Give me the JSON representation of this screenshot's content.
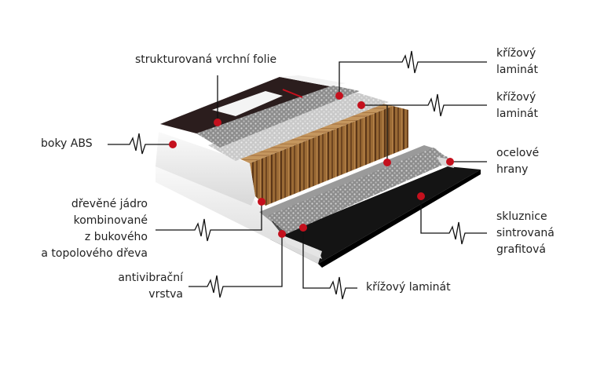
{
  "labels": {
    "top_film": "strukturovaná vrchní folie",
    "abs_sides": "boky ABS",
    "wood_core": [
      "dřevěné jádro",
      "kombinované",
      "z bukového",
      "a topolového dřeva"
    ],
    "antivibration": [
      "antivibrační",
      "vrstva"
    ],
    "cross_laminate_bottom": "křížový laminát",
    "cross_laminate_1": [
      "křížový",
      "laminát"
    ],
    "cross_laminate_2": [
      "křížový",
      "laminát"
    ],
    "steel_edges": [
      "ocelové",
      "hrany"
    ],
    "base": [
      "skluznice",
      "sintrovaná",
      "grafitová"
    ]
  },
  "colors": {
    "marker": "#c4101d",
    "leader": "#111111",
    "wood": "#8a5a2a",
    "base": "#151515",
    "film": "#2a2a2a"
  }
}
